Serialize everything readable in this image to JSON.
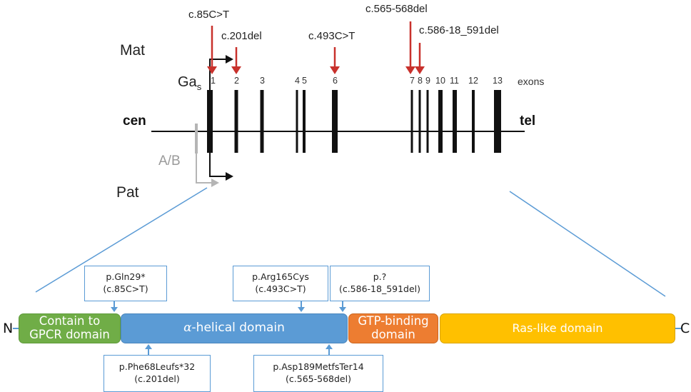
{
  "gene_map": {
    "maternal_label": "Mat",
    "paternal_label": "Pat",
    "centromere_label": "cen",
    "telomere_label": "tel",
    "exons_label": "exons",
    "promoter_gas_label": "Ga",
    "promoter_gas_subscript": "s",
    "promoter_ab_label": "A/B",
    "exons": [
      "1",
      "2",
      "3",
      "4",
      "5",
      "6",
      "7",
      "8",
      "9",
      "10",
      "11",
      "12",
      "13"
    ],
    "mutations": [
      {
        "label": "c.85C>T",
        "exon": "1"
      },
      {
        "label": "c.201del",
        "exon": "2"
      },
      {
        "label": "c.493C>T",
        "exon": "6"
      },
      {
        "label": "c.565-568del",
        "exon": "7"
      },
      {
        "label": "c.586-18_591del",
        "exon": "8"
      }
    ],
    "colors": {
      "mutation_arrow": "#c8312c",
      "exon": "#111111",
      "ab_promoter": "#b5b5b5",
      "zoom_lines": "#5b9bd5"
    }
  },
  "protein": {
    "n_terminus": "N",
    "c_terminus": "C",
    "domains": [
      {
        "name": "Contain to GPCR domain",
        "line1": "Contain to",
        "line2": "GPCR domain",
        "color": "#70ad47"
      },
      {
        "name": "α-helical domain",
        "alpha": "α",
        "rest": "-helical domain",
        "color": "#5b9bd5"
      },
      {
        "name": "GTP-binding domain",
        "line1": "GTP-binding",
        "line2": "domain",
        "color": "#ed7d31"
      },
      {
        "name": "Ras-like domain",
        "label": "Ras-like domain",
        "color": "#ffc000"
      }
    ],
    "variants_top": [
      {
        "protein": "p.Gln29*",
        "cdna": "(c.85C>T)"
      },
      {
        "protein": "p.Arg165Cys",
        "cdna": "(c.493C>T)"
      },
      {
        "protein": "p.?",
        "cdna": "(c.586-18_591del)"
      }
    ],
    "variants_bottom": [
      {
        "protein": "p.Phe68Leufs*32",
        "cdna": "(c.201del)"
      },
      {
        "protein": "p.Asp189MetfsTer14",
        "cdna": "(c.565-568del)"
      }
    ]
  }
}
